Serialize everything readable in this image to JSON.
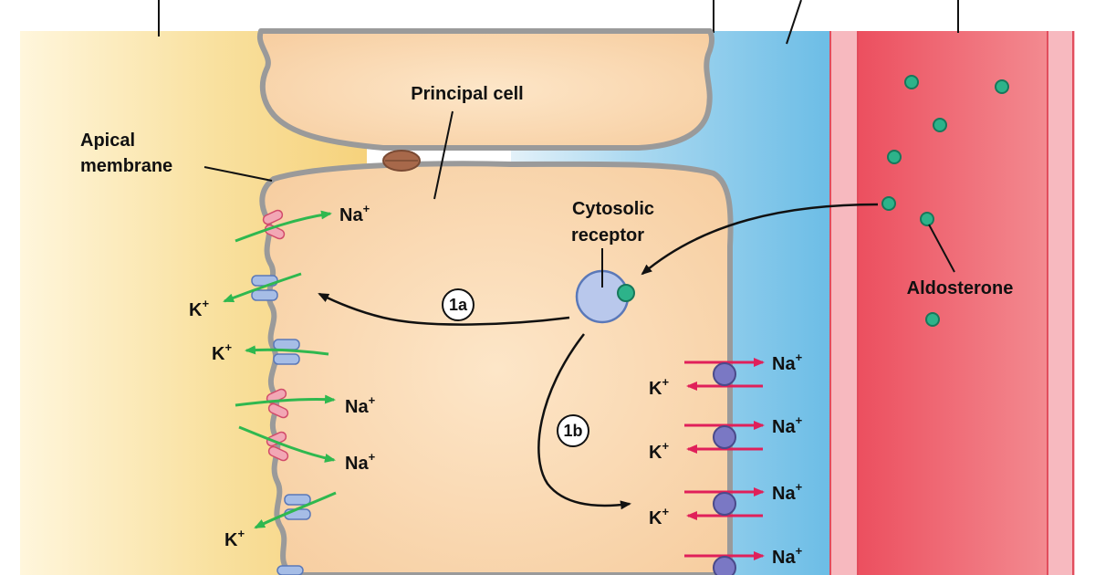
{
  "labels": {
    "principal_cell": "Principal cell",
    "apical_line1": "Apical",
    "apical_line2": "membrane",
    "receptor_line1": "Cytosolic",
    "receptor_line2": "receptor",
    "aldosterone": "Aldosterone"
  },
  "ions": {
    "na": "Na",
    "k": "K",
    "charge": "+"
  },
  "steps": {
    "step_1a": "1a",
    "step_1b": "1b"
  },
  "colors": {
    "lumen_fluid": "#f7d986",
    "principal_cell": "#f7d2a8",
    "cell_membrane": "#9a9a9a",
    "interstitial_fluid": "#8ccbea",
    "blood": "#ee5c6a",
    "vessel_wall": "#f7b9bf",
    "aldosterone": "#2db38a",
    "receptor": "#b9c8ec",
    "na_channel": "#f2a7b5",
    "k_channel": "#a6bde6",
    "pump": "#7a78c4",
    "apical_flux_arrow": "#2fb84f",
    "pump_arrow": "#e0205a",
    "pathway_arrow": "#111111"
  }
}
